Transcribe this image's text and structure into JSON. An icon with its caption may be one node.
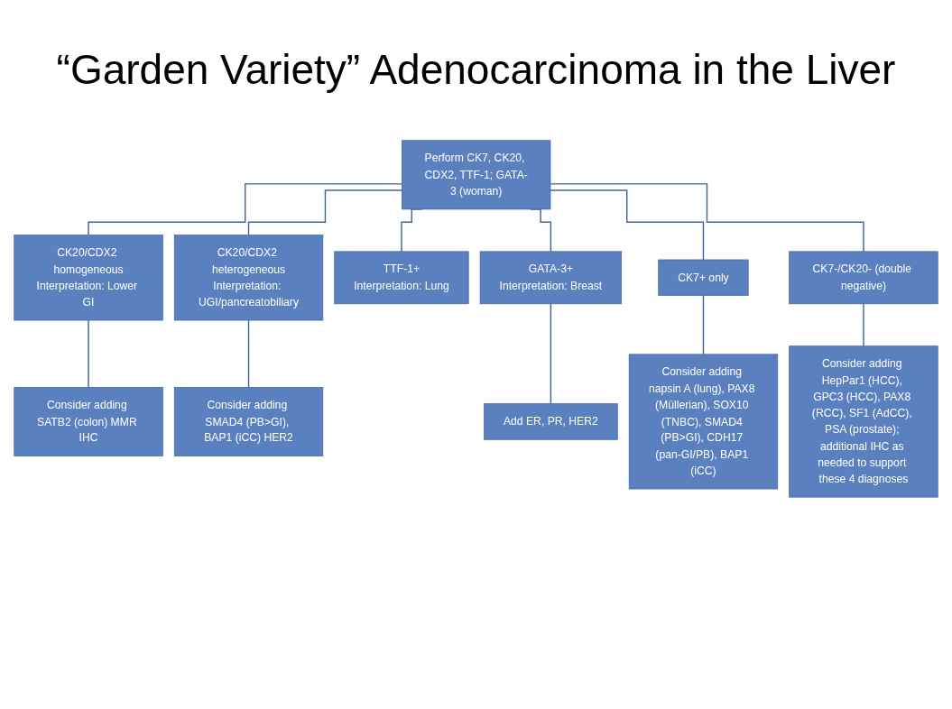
{
  "diagram": {
    "title": "“Garden Variety” Adenocarcinoma in the Liver",
    "nodes": [
      {
        "text": [
          "Perform CK7, CK20, CDX2, TTF-1; GATA-3 (woman)"
        ]
      },
      {
        "text": [
          "CK20/CDX2 homogeneous",
          "Interpretation: Lower GI"
        ]
      },
      {
        "text": [
          "CK20/CDX2 heterogeneous",
          "Interpretation: UGI/pancreatobiliary"
        ]
      },
      {
        "text": [
          "TTF-1+",
          "Interpretation: Lung"
        ]
      },
      {
        "text": [
          "GATA-3+",
          "Interpretation: Breast"
        ]
      },
      {
        "text": [
          "CK7+ only"
        ]
      },
      {
        "text": [
          "CK7-/CK20- (double negative)"
        ]
      },
      {
        "text": [
          "Consider adding SATB2 (colon) MMR IHC"
        ]
      },
      {
        "text": [
          "Consider adding SMAD4 (PB>GI), BAP1 (iCC) HER2"
        ]
      },
      {
        "text": [
          "Add ER, PR, HER2"
        ]
      },
      {
        "text": [
          "Consider adding napsin A (lung), PAX8 (Müllerian), SOX10 (TNBC), SMAD4 (PB>GI), CDH17 (pan-GI/PB), BAP1 (iCC)"
        ]
      },
      {
        "text": [
          "Consider adding HepPar1 (HCC), GPC3 (HCC), PAX8 (RCC), SF1 (AdCC), PSA (prostate); additional IHC as needed to support these 4 diagnoses"
        ]
      }
    ],
    "edges": [
      {
        "from": 0,
        "to": 1,
        "arrow": "none"
      },
      {
        "from": 0,
        "to": 2,
        "arrow": "none"
      },
      {
        "from": 0,
        "to": 3,
        "arrow": "none"
      },
      {
        "from": 0,
        "to": 4,
        "arrow": "none"
      },
      {
        "from": 0,
        "to": 5,
        "arrow": "none"
      },
      {
        "from": 0,
        "to": 6,
        "arrow": "none"
      },
      {
        "from": 1,
        "to": 7,
        "arrow": "none"
      },
      {
        "from": 2,
        "to": 8,
        "arrow": "none"
      },
      {
        "from": 4,
        "to": 9,
        "arrow": "none"
      },
      {
        "from": 5,
        "to": 10,
        "arrow": "none"
      },
      {
        "from": 6,
        "to": 11,
        "arrow": "none"
      }
    ]
  }
}
